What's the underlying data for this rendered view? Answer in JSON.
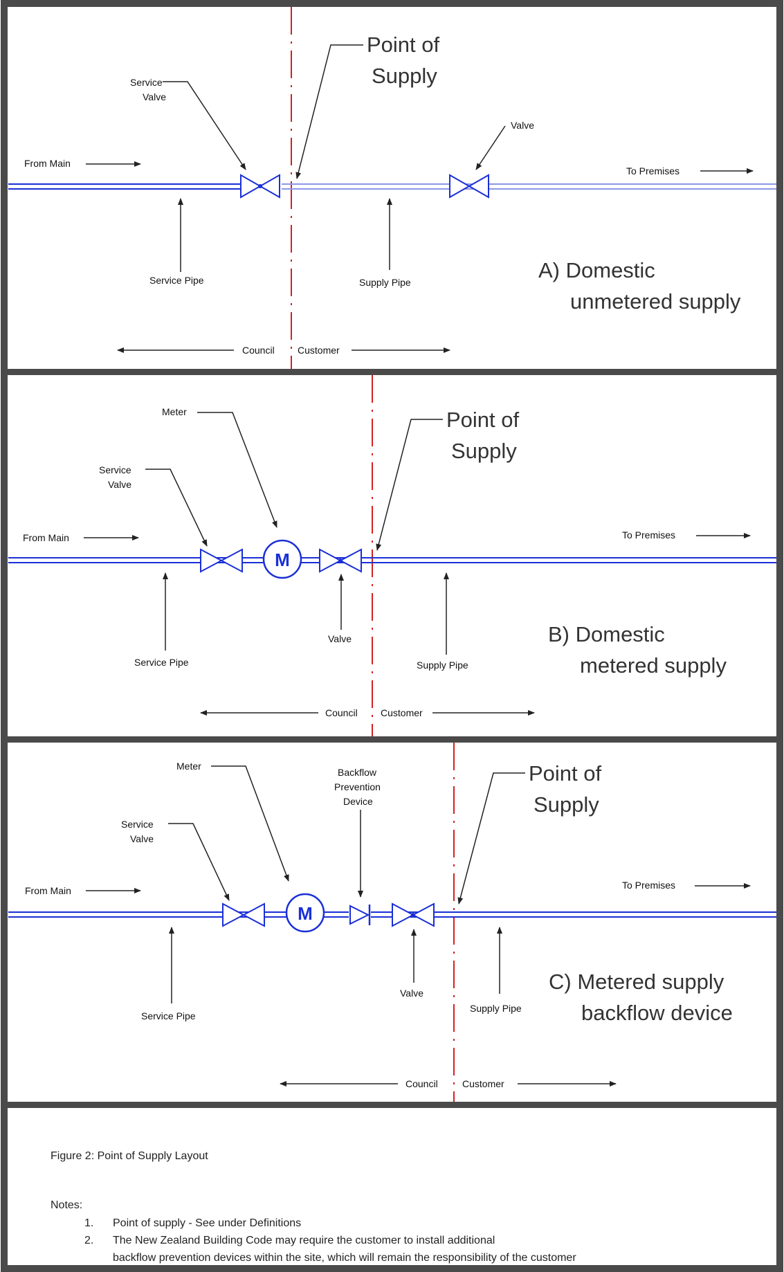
{
  "panels": [
    {
      "id": "a",
      "title_line1": "A)  Domestic",
      "title_line2": "unmetered supply",
      "pos_line1": "Point of",
      "pos_line2": "Supply",
      "from_main": "From Main",
      "to_premises": "To Premises",
      "service_valve_line1": "Service",
      "service_valve_line2": "Valve",
      "valve": "Valve",
      "service_pipe": "Service Pipe",
      "supply_pipe": "Supply Pipe",
      "council": "Council",
      "customer": "Customer"
    },
    {
      "id": "b",
      "title_line1": "B)  Domestic",
      "title_line2": "metered supply",
      "pos_line1": "Point of",
      "pos_line2": "Supply",
      "from_main": "From Main",
      "to_premises": "To Premises",
      "service_valve_line1": "Service",
      "service_valve_line2": "Valve",
      "meter": "Meter",
      "meter_symbol": "M",
      "valve": "Valve",
      "service_pipe": "Service Pipe",
      "supply_pipe": "Supply Pipe",
      "council": "Council",
      "customer": "Customer"
    },
    {
      "id": "c",
      "title_line1": "C)  Metered supply",
      "title_line2": "backflow device",
      "pos_line1": "Point of",
      "pos_line2": "Supply",
      "from_main": "From Main",
      "to_premises": "To Premises",
      "service_valve_line1": "Service",
      "service_valve_line2": "Valve",
      "meter": "Meter",
      "meter_symbol": "M",
      "backflow_line1": "Backflow",
      "backflow_line2": "Prevention",
      "backflow_line3": "Device",
      "valve": "Valve",
      "service_pipe": "Service Pipe",
      "supply_pipe": "Supply Pipe",
      "council": "Council",
      "customer": "Customer"
    }
  ],
  "caption": {
    "figure_title": "Figure 2: Point of Supply Layout",
    "notes_heading": "Notes:",
    "notes": [
      {
        "num": "1.",
        "text": "Point of supply - See under Definitions"
      },
      {
        "num": "2.",
        "text": "The New Zealand Building Code may require the customer to install additional"
      }
    ],
    "note2_cont": "backflow prevention devices within the site, which will remain the responsibility of the customer"
  },
  "colors": {
    "frame": "#4a4a4a",
    "pipe": "#1a2fd6",
    "pipe_light": "#8c96e8",
    "boundary": "#d42020",
    "arrow": "#222222"
  }
}
